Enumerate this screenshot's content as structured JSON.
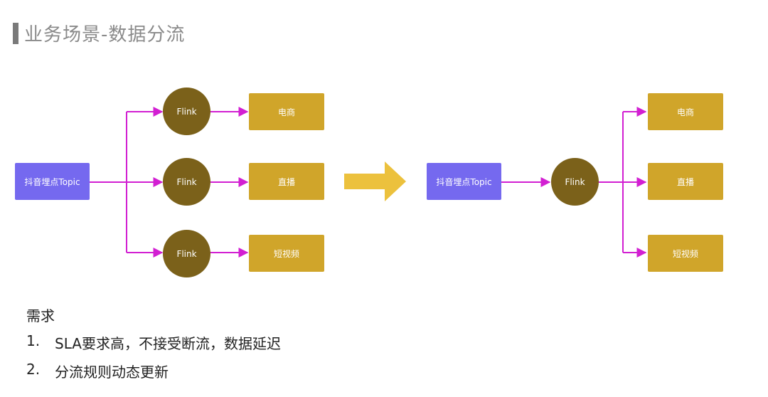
{
  "header": {
    "title": "业务场景-数据分流"
  },
  "left_diagram": {
    "source": "抖音埋点Topic",
    "processors": [
      "Flink",
      "Flink",
      "Flink"
    ],
    "targets": [
      "电商",
      "直播",
      "短视频"
    ]
  },
  "right_diagram": {
    "source": "抖音埋点Topic",
    "processor": "Flink",
    "targets": [
      "电商",
      "直播",
      "短视频"
    ]
  },
  "requirements": {
    "title": "需求",
    "items": [
      {
        "num": "1.",
        "text": "SLA要求高，不接受断流，数据延迟"
      },
      {
        "num": "2.",
        "text": "分流规则动态更新"
      }
    ]
  },
  "colors": {
    "source": "#7569ef",
    "processor": "#7b611a",
    "target": "#d0a52a",
    "connector": "#d21fd2",
    "transition_arrow": "#ecc13d"
  }
}
